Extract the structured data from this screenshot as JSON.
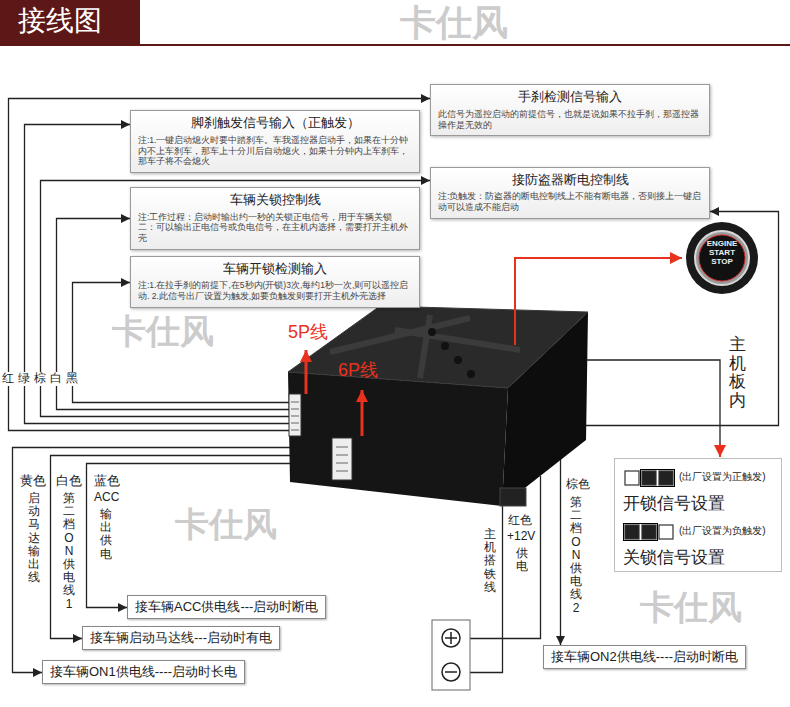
{
  "diagram": {
    "title": "接线图",
    "nodes": [
      {
        "text": [
          "脚刹触发信号输入（正触发）",
          "注:1.一键启动熄火时要中踏刹车。车我遥控器启动手，如果在十分钟内不上车刹车，那车上十分川后自动熄火，如果十分钟内上车刹车，那车子将不会熄火"
        ]
      },
      {
        "text": [
          "手刹检测信号输入",
          "此信号为遥控启动的前提信号，也就是说如果不拉手刹，那遥控器操作是无效的"
        ]
      },
      {
        "text": [
          "车辆关锁控制线",
          "注:工作过程：启动时输出约一秒的关锁正电信号，用于车辆关锁 二：可以输出正电信号或负电信号，在主机内选择，需要打开主机外壳"
        ]
      },
      {
        "text": [
          "接防盗器断电控制线",
          "注:负触发：防盗器的断电控制线上不能有断电器，否则接上一键启动可以造成不能启动"
        ]
      },
      {
        "text": [
          "车辆开锁检测输入",
          "注:1.在拉手刹的前提下,在5秒内(开锁)3次,每约1秒一次,则可以遥控启动. 2.此信号出厂设置为触发,如要负触发则要打开主机外壳选择"
        ]
      },
      {
        "text": [
          "(出厂设置为正触发)",
          "开锁信号设置",
          "(出厂设置为负触发)",
          "关锁信号设置"
        ]
      },
      {
        "text": [
          "接车辆ACC供电线---启动时断电"
        ]
      },
      {
        "text": [
          "接车辆启动马达线---启动时有电"
        ]
      },
      {
        "text": [
          "接车辆ON2供电线----启动时断电"
        ]
      },
      {
        "text": [
          "接车辆ON1供电线----启动时长电"
        ]
      }
    ],
    "labels": [
      "红",
      "绿",
      "棕",
      "白",
      "黑",
      "5P线",
      "6P线",
      "主机板内",
      "ENGINE",
      "START",
      "STOP",
      "黄色",
      "启动马达输出线",
      "白色",
      "第二档ON供电线1",
      "蓝色",
      "ACC",
      "输出供电",
      "主机搭铁线",
      "红色",
      "+12V",
      "供电",
      "棕色",
      "第二档ON供电线2",
      "卡仕风",
      "卡仕风",
      "卡仕风",
      "卡仕风"
    ]
  }
}
